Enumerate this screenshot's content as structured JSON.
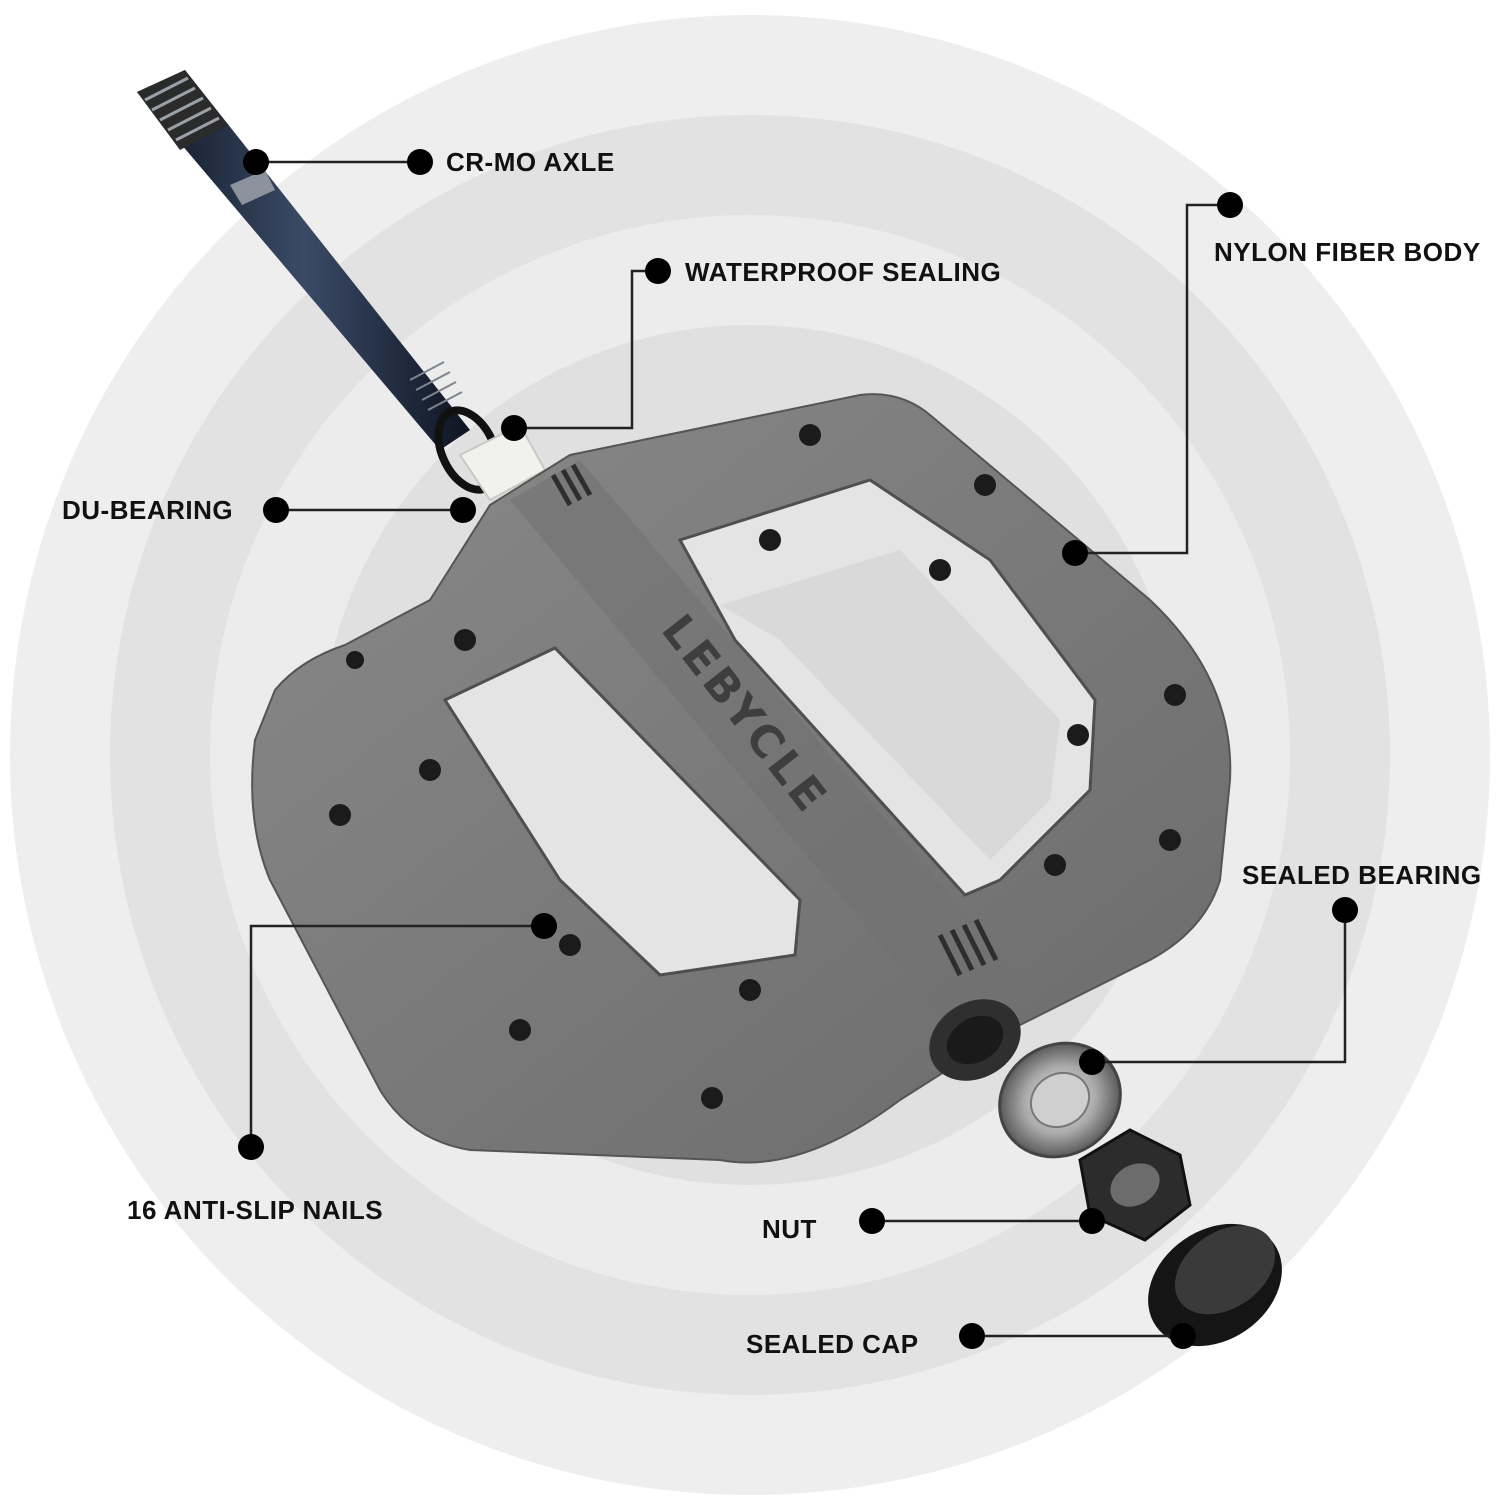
{
  "diagram": {
    "brand": "LEBYCLE",
    "labels": {
      "crmo_axle": "CR-MO AXLE",
      "waterproof_sealing": "WATERPROOF SEALING",
      "nylon_fiber_body": "NYLON FIBER BODY",
      "du_bearing": "DU-BEARING",
      "sealed_bearing": "SEALED BEARING",
      "anti_slip_nails": "16 ANTI-SLIP NAILS",
      "nut": "NUT",
      "sealed_cap": "SEALED CAP"
    },
    "colors": {
      "background_rings": [
        "#ebebeb",
        "#dcdcdc",
        "#e8e8e8",
        "#d8d8d8"
      ],
      "pedal_body": "#7b7b7b",
      "pedal_body_dark": "#5e5e5e",
      "axle": "#1f2a3a",
      "callout_line": "#222222",
      "callout_dot": "#000000"
    }
  }
}
